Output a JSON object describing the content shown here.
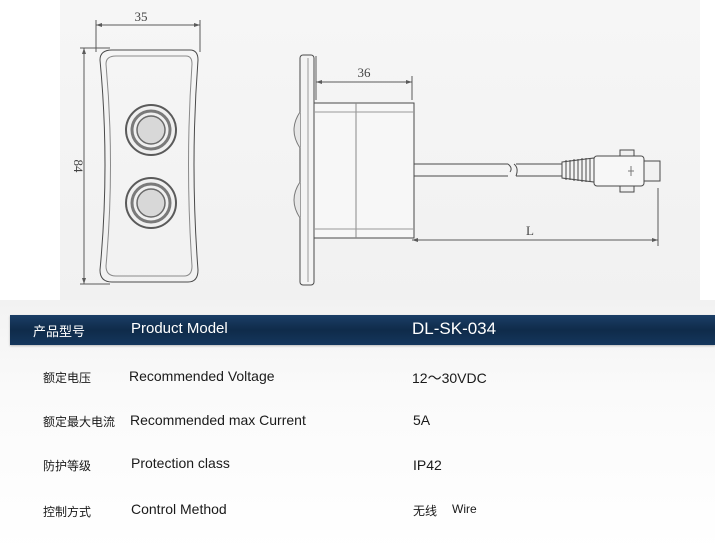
{
  "drawing": {
    "width_label": "35",
    "height_label": "84",
    "depth_label": "36",
    "cable_label": "L"
  },
  "header": {
    "label_cn": "产品型号",
    "label_en": "Product Model",
    "value": "DL-SK-034"
  },
  "rows": [
    {
      "label_cn": "额定电压",
      "label_en": "Recommended  Voltage",
      "value": "12～30VDC"
    },
    {
      "label_cn": "额定最大电流",
      "label_en": "Recommended  max  Current",
      "value": "5A"
    },
    {
      "label_cn": "防护等级",
      "label_en": "Protection class",
      "value": "IP42"
    },
    {
      "label_cn": "控制方式",
      "label_en": "Control  Method",
      "value_cn": "无线",
      "value_en": "Wire"
    }
  ]
}
